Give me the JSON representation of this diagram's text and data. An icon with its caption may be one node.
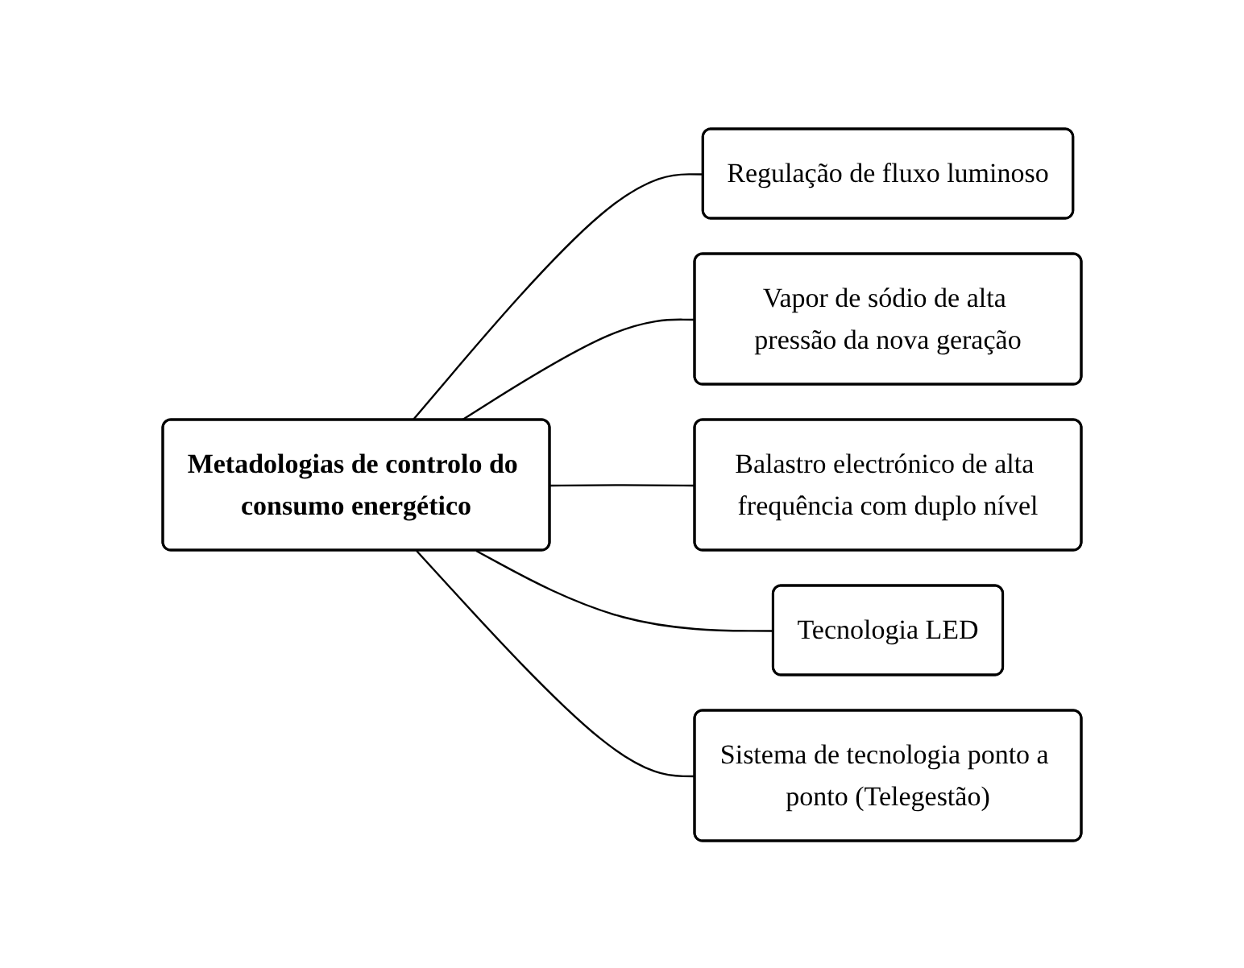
{
  "diagram": {
    "nodes": [
      {
        "text": [
          "Metadologias de controlo do consumo energético"
        ]
      },
      {
        "text": [
          "Regulação de fluxo luminoso"
        ]
      },
      {
        "text": [
          "Vapor de sódio de alta pressão da nova geração"
        ]
      },
      {
        "text": [
          "Balastro electrónico de alta frequência com duplo nível"
        ]
      },
      {
        "text": [
          "Tecnologia LED"
        ]
      },
      {
        "text": [
          "Sistema de tecnologia ponto a ponto (Telegestão)"
        ]
      }
    ],
    "edges": [
      {
        "from": 0,
        "to": 1,
        "arrow": "none"
      },
      {
        "from": 0,
        "to": 2,
        "arrow": "none"
      },
      {
        "from": 0,
        "to": 3,
        "arrow": "none"
      },
      {
        "from": 0,
        "to": 4,
        "arrow": "none"
      },
      {
        "from": 0,
        "to": 5,
        "arrow": "none"
      }
    ]
  }
}
